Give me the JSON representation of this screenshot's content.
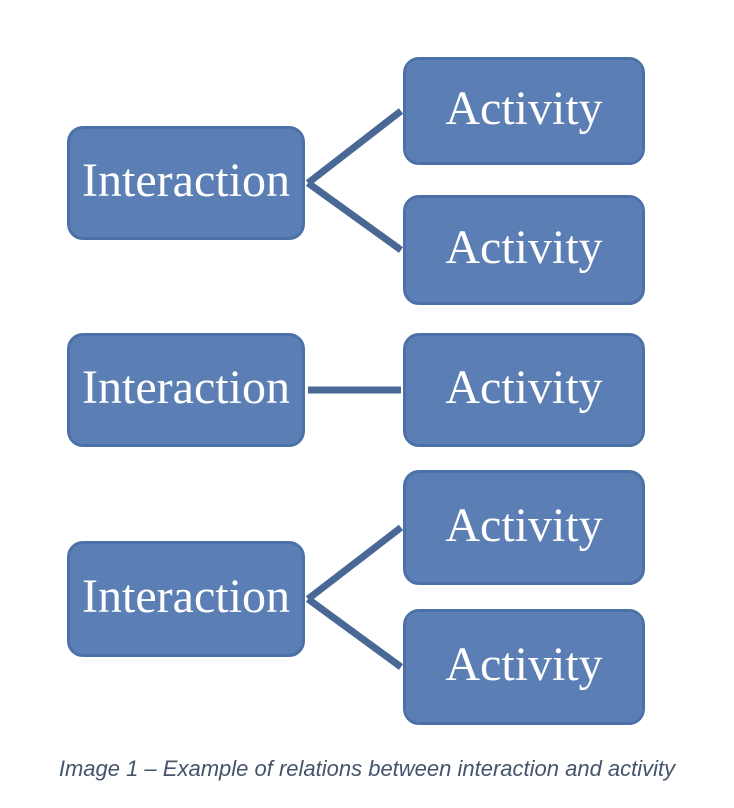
{
  "diagram": {
    "nodes": [
      {
        "id": "interaction-1",
        "label": "Interaction"
      },
      {
        "id": "activity-1",
        "label": "Activity"
      },
      {
        "id": "activity-2",
        "label": "Activity"
      },
      {
        "id": "interaction-2",
        "label": "Interaction"
      },
      {
        "id": "activity-3",
        "label": "Activity"
      },
      {
        "id": "interaction-3",
        "label": "Interaction"
      },
      {
        "id": "activity-4",
        "label": "Activity"
      },
      {
        "id": "activity-5",
        "label": "Activity"
      }
    ],
    "edges": [
      {
        "from": "interaction-1",
        "to": "activity-1"
      },
      {
        "from": "interaction-1",
        "to": "activity-2"
      },
      {
        "from": "interaction-2",
        "to": "activity-3"
      },
      {
        "from": "interaction-3",
        "to": "activity-4"
      },
      {
        "from": "interaction-3",
        "to": "activity-5"
      }
    ],
    "caption": "Image 1 – Example of relations between interaction and activity"
  },
  "colors": {
    "box-fill": "#5b7fb5",
    "box-border": "#4b71a8",
    "box-text": "#ffffff",
    "connector": "#4a6896",
    "caption-text": "#44546a",
    "background": "#ffffff"
  }
}
